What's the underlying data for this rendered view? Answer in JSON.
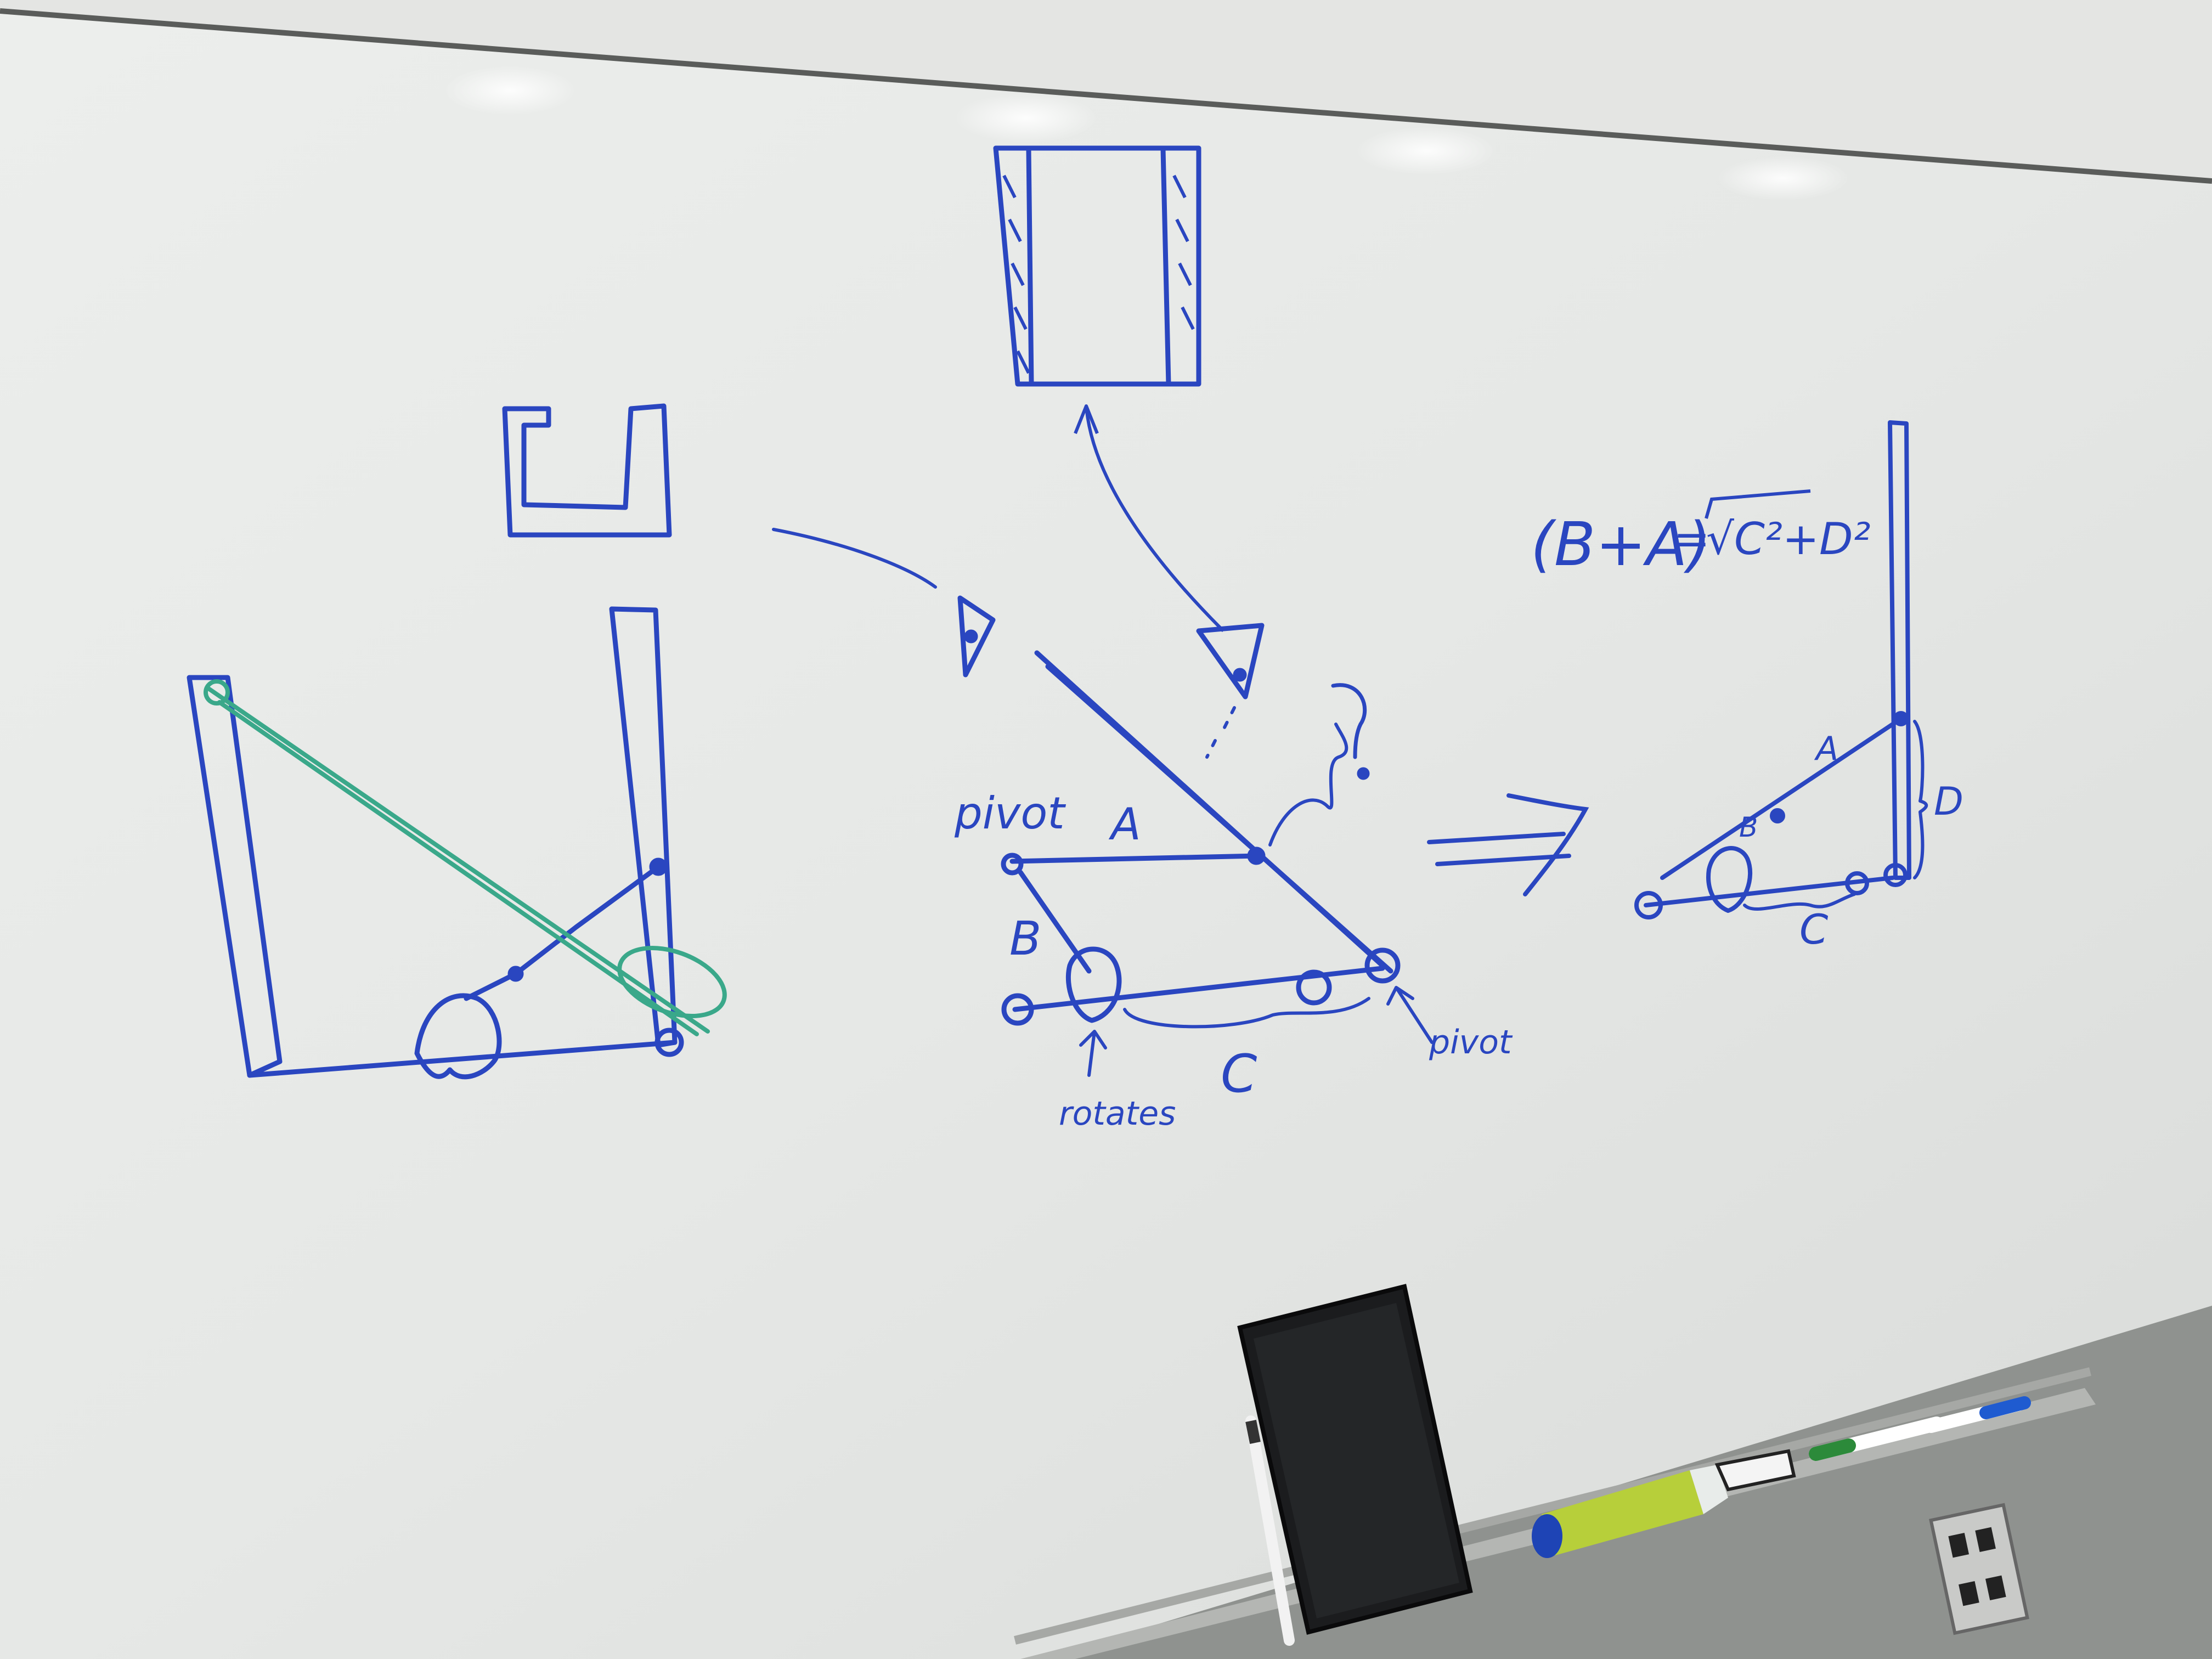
{
  "whiteboard": {
    "ink_color": "#2a46c0",
    "green_ink_color": "#3aa88a",
    "board_color": "#e9ebe9"
  },
  "labels": {
    "pivot_left": "pivot",
    "pivot_right": "pivot",
    "link_a": "A",
    "link_b": "B",
    "distance_c": "C",
    "rotates": "rotates",
    "question_mark": "?",
    "right_a": "A",
    "right_b": "B",
    "right_c": "C",
    "right_d": "D"
  },
  "equation": {
    "lhs": "(B+A)",
    "equals": "=",
    "rhs": "√C²+D²"
  },
  "objects": {
    "tablet": "tablet-icon",
    "marker_blue": "marker-icon",
    "marker_green": "marker-icon",
    "spray_bottle": "spray-bottle-icon",
    "outlet": "power-outlet-icon",
    "stylus": "stylus-icon"
  }
}
